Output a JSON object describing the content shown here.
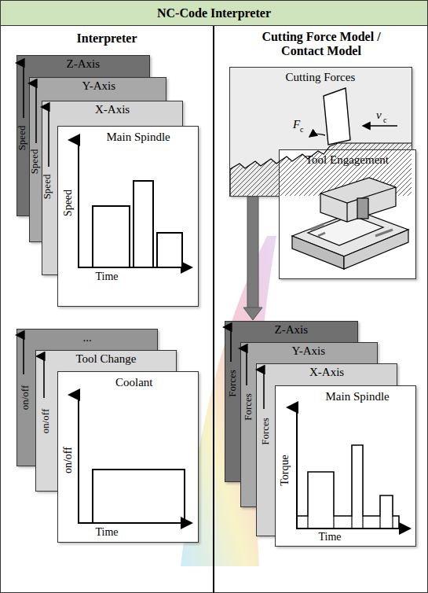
{
  "diagram": {
    "title": "NC-Code Interpreter",
    "nodes": [
      {
        "text": [
          "Interpreter"
        ]
      },
      {
        "text": [
          "Cutting Force Model / Contact Model"
        ]
      },
      {
        "text": [
          "Z-Axis",
          "Speed"
        ],
        "in": 0
      },
      {
        "text": [
          "Y-Axis",
          "Speed"
        ],
        "in": 0
      },
      {
        "text": [
          "X-Axis",
          "Speed"
        ],
        "in": 0
      },
      {
        "text": [
          "Main Spindle",
          "Speed",
          "Time"
        ],
        "in": 0
      },
      {
        "text": [
          "...",
          "on/off"
        ],
        "in": 0
      },
      {
        "text": [
          "Tool Change",
          "on/off"
        ],
        "in": 0
      },
      {
        "text": [
          "Coolant",
          "on/off",
          "Time"
        ],
        "in": 0
      },
      {
        "text": [
          "Cutting Forces"
        ],
        "in": 1
      },
      {
        "text": [
          "Tool Engagement"
        ],
        "in": 1
      },
      {
        "text": [
          "Z-Axis",
          "Forces"
        ],
        "in": 1
      },
      {
        "text": [
          "Y-Axis",
          "Forces"
        ],
        "in": 1
      },
      {
        "text": [
          "X-Axis",
          "Forces"
        ],
        "in": 1
      },
      {
        "text": [
          "Main Spindle",
          "Torque",
          "Time"
        ],
        "in": 1
      }
    ],
    "edges": [
      {
        "from": 9,
        "to": 11,
        "arrow": "to"
      }
    ],
    "labels": [
      "v",
      "c",
      "F",
      "c"
    ]
  }
}
